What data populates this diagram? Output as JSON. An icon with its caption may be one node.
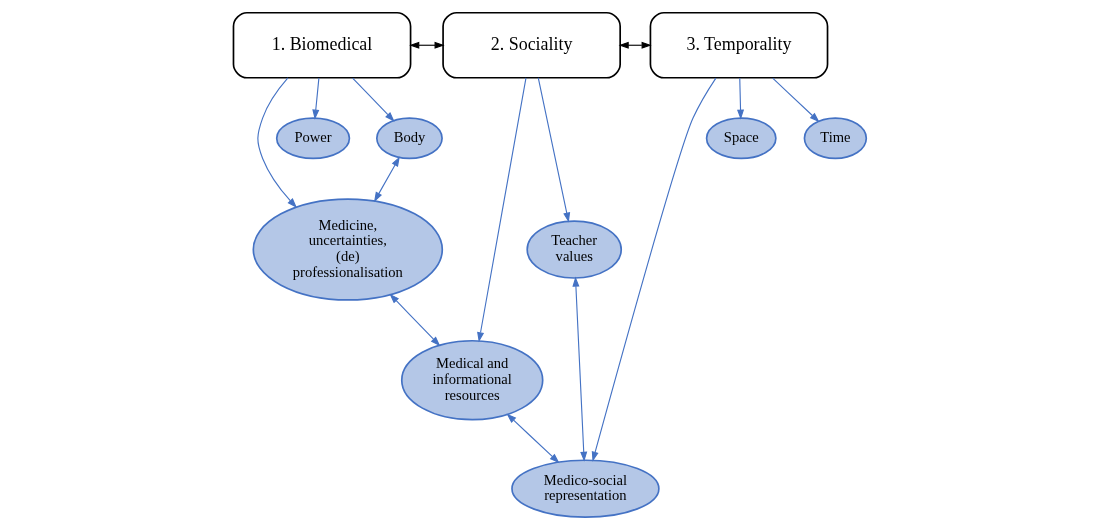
{
  "diagram": {
    "nodes": [
      {
        "text": [
          "1. Biomedical"
        ]
      },
      {
        "text": [
          "2. Sociality"
        ]
      },
      {
        "text": [
          "3. Temporality"
        ]
      },
      {
        "text": [
          "Power"
        ]
      },
      {
        "text": [
          "Body"
        ]
      },
      {
        "text": [
          "Teacher values"
        ]
      },
      {
        "text": [
          "Space"
        ]
      },
      {
        "text": [
          "Medicine, uncertainties, (de) professionalisation"
        ]
      },
      {
        "text": [
          "Time"
        ]
      },
      {
        "text": [
          "Medico-social representation"
        ]
      },
      {
        "text": [
          "Medical and informational resources"
        ]
      }
    ],
    "edges": [
      {
        "from": 0,
        "to": 1,
        "arrow": "both",
        "color": "#000000"
      },
      {
        "from": 1,
        "to": 2,
        "arrow": "both",
        "color": "#000000"
      },
      {
        "from": 0,
        "to": 3,
        "arrow": "to"
      },
      {
        "from": 0,
        "to": 4,
        "arrow": "to"
      },
      {
        "from": 0,
        "to": 7,
        "arrow": "to"
      },
      {
        "from": 4,
        "to": 7,
        "arrow": "both"
      },
      {
        "from": 1,
        "to": 5,
        "arrow": "to"
      },
      {
        "from": 1,
        "to": 10,
        "arrow": "to"
      },
      {
        "from": 5,
        "to": 9,
        "arrow": "both"
      },
      {
        "from": 2,
        "to": 9,
        "arrow": "to"
      },
      {
        "from": 2,
        "to": 8,
        "arrow": "to"
      },
      {
        "from": 2,
        "to": 6,
        "arrow": "to"
      },
      {
        "from": 7,
        "to": 10,
        "arrow": "both"
      },
      {
        "from": 10,
        "to": 9,
        "arrow": "both"
      }
    ]
  }
}
